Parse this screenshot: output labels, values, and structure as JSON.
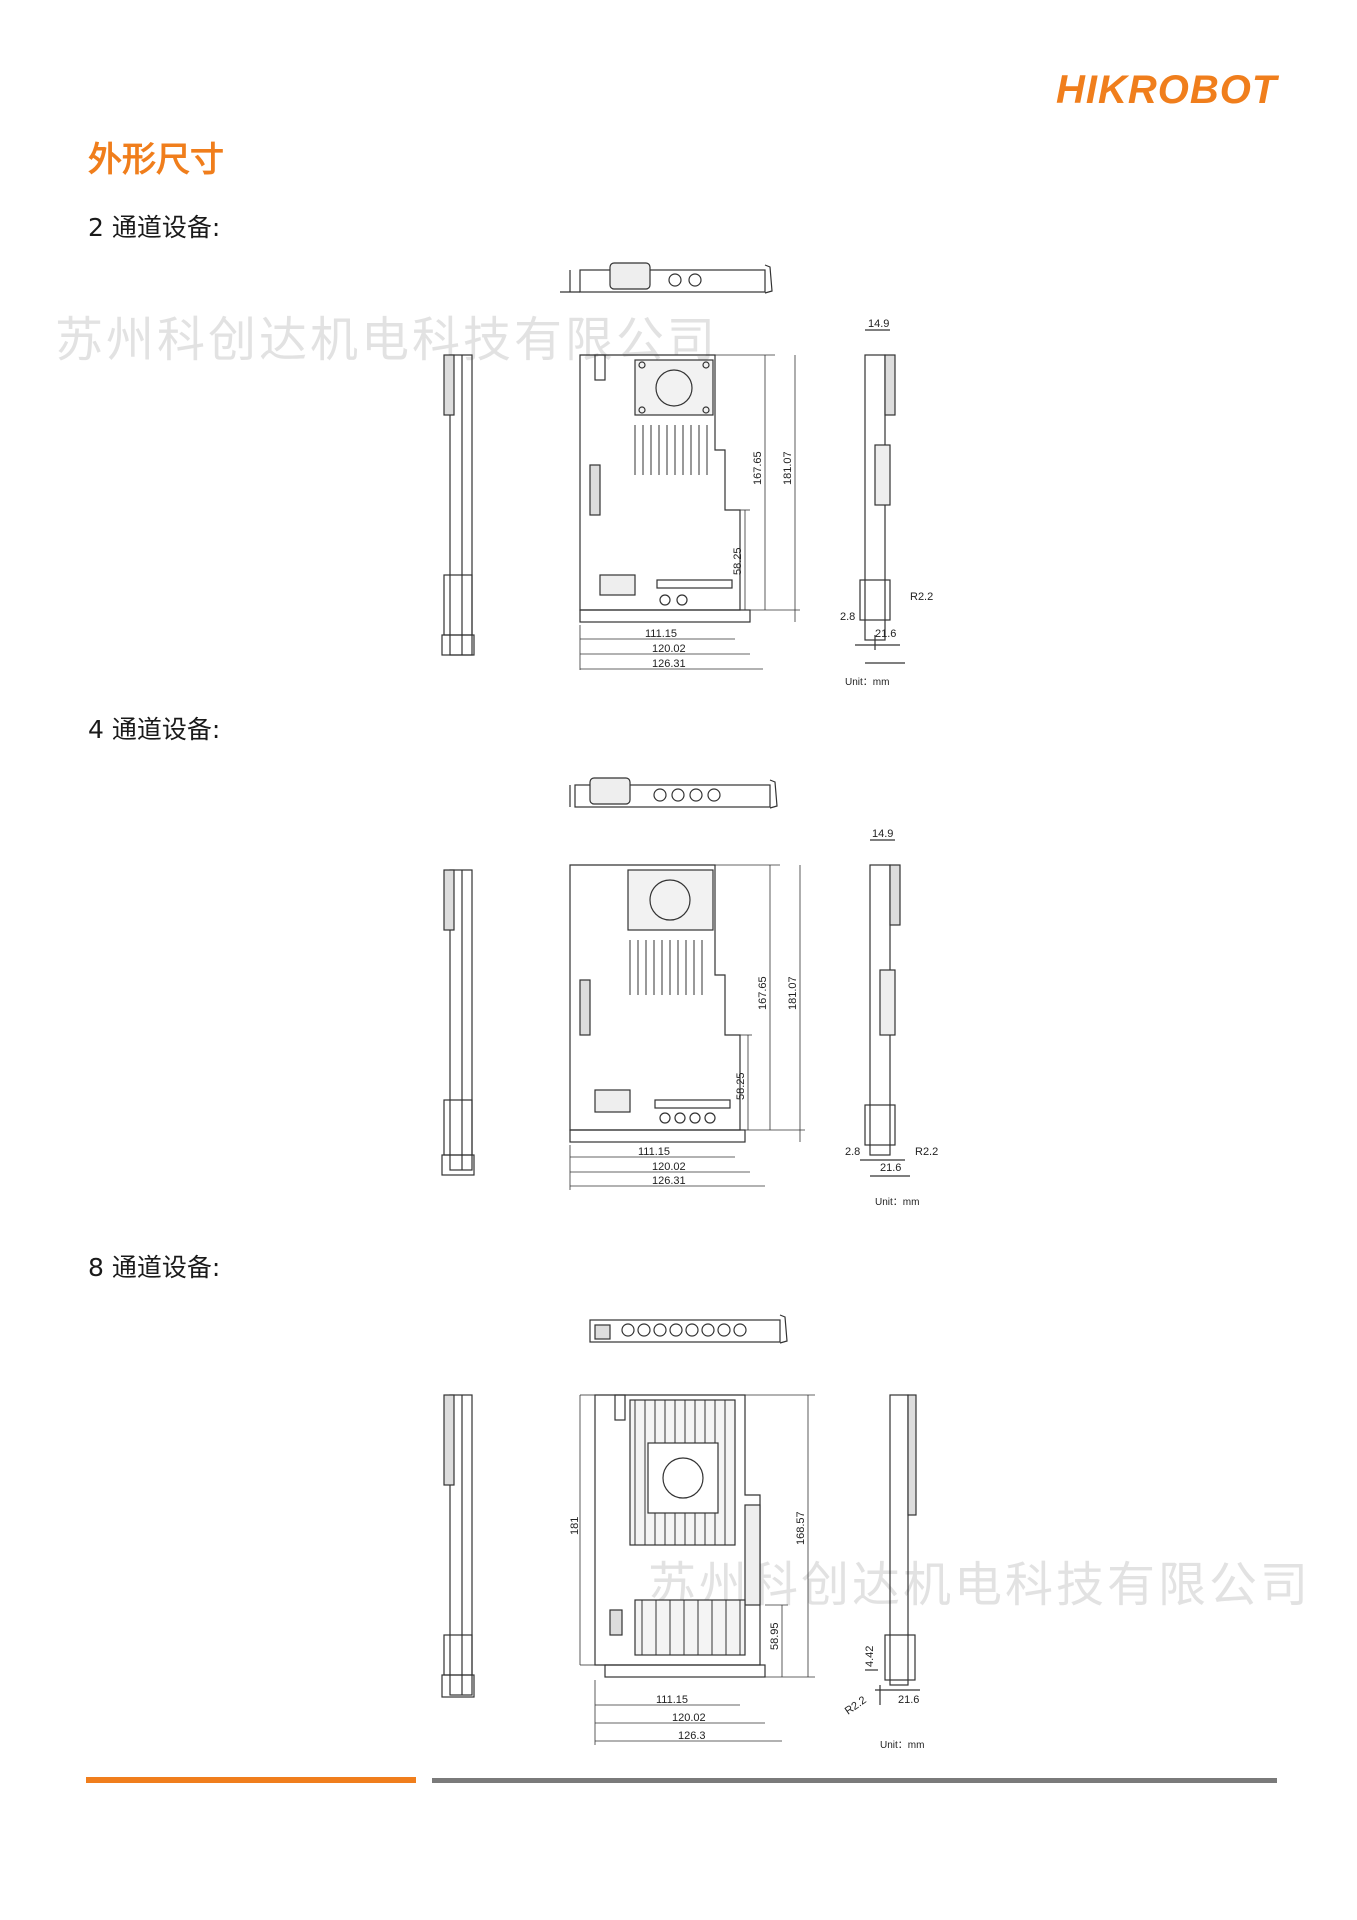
{
  "header": {
    "brand": "HIKROBOT",
    "brand_color": "#f07e1c"
  },
  "section": {
    "title": "外形尺寸"
  },
  "watermark": {
    "text": "苏州科创达机电科技有限公司"
  },
  "variants": [
    {
      "heading": "2 通道设备:",
      "dims": {
        "d167": "167.65",
        "d181": "181.07",
        "d58": "58.25",
        "d111": "111.15",
        "d120": "120.02",
        "d126": "126.31",
        "d149": "14.9",
        "d28": "2.8",
        "d216": "21.6",
        "r22": "R2.2"
      },
      "unit": "Unit：mm"
    },
    {
      "heading": "4 通道设备:",
      "dims": {
        "d167": "167.65",
        "d181": "181.07",
        "d58": "58.25",
        "d111": "111.15",
        "d120": "120.02",
        "d126": "126.31",
        "d149": "14.9",
        "d28": "2.8",
        "d216": "21.6",
        "r22": "R2.2"
      },
      "unit": "Unit：mm"
    },
    {
      "heading": "8 通道设备:",
      "dims": {
        "d181": "181",
        "d168": "168.57",
        "d58": "58.95",
        "d111": "111.15",
        "d120": "120.02",
        "d126": "126.3",
        "d442": "4.42",
        "r22": "R2.2",
        "d216": "21.6"
      },
      "unit": "Unit：mm"
    }
  ],
  "colors": {
    "accent": "#f07e1c",
    "rule_gray": "#7a7a7a",
    "line": "#333333"
  }
}
